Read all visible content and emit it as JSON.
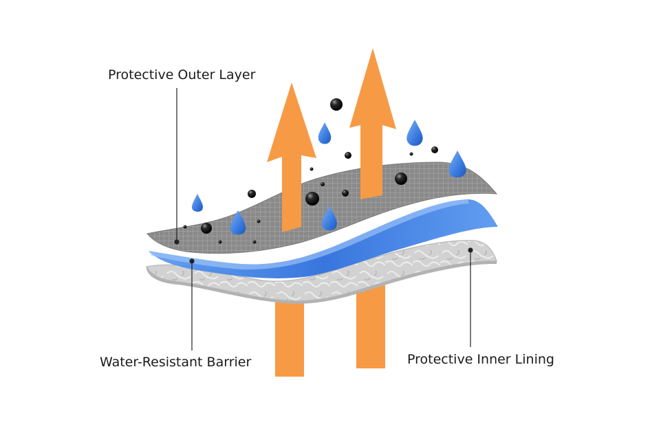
{
  "labels": {
    "outer_layer": "Protective Outer Layer",
    "barrier": "Water-Resistant Barrier",
    "inner_lining": "Protective Inner Lining"
  },
  "colors": {
    "arrow": "#f79a45",
    "outer_layer": "#8d8d8d",
    "barrier": "#3b7fe0",
    "inner_lining": "#d9d9d9",
    "water_drop": "#3a7be0",
    "particle": "#111111",
    "leader_line": "#222222"
  },
  "icons": {
    "water_drop": "water-drop-icon",
    "dirt_particle": "dirt-particle-icon",
    "arrow": "vapor-arrow-icon"
  }
}
